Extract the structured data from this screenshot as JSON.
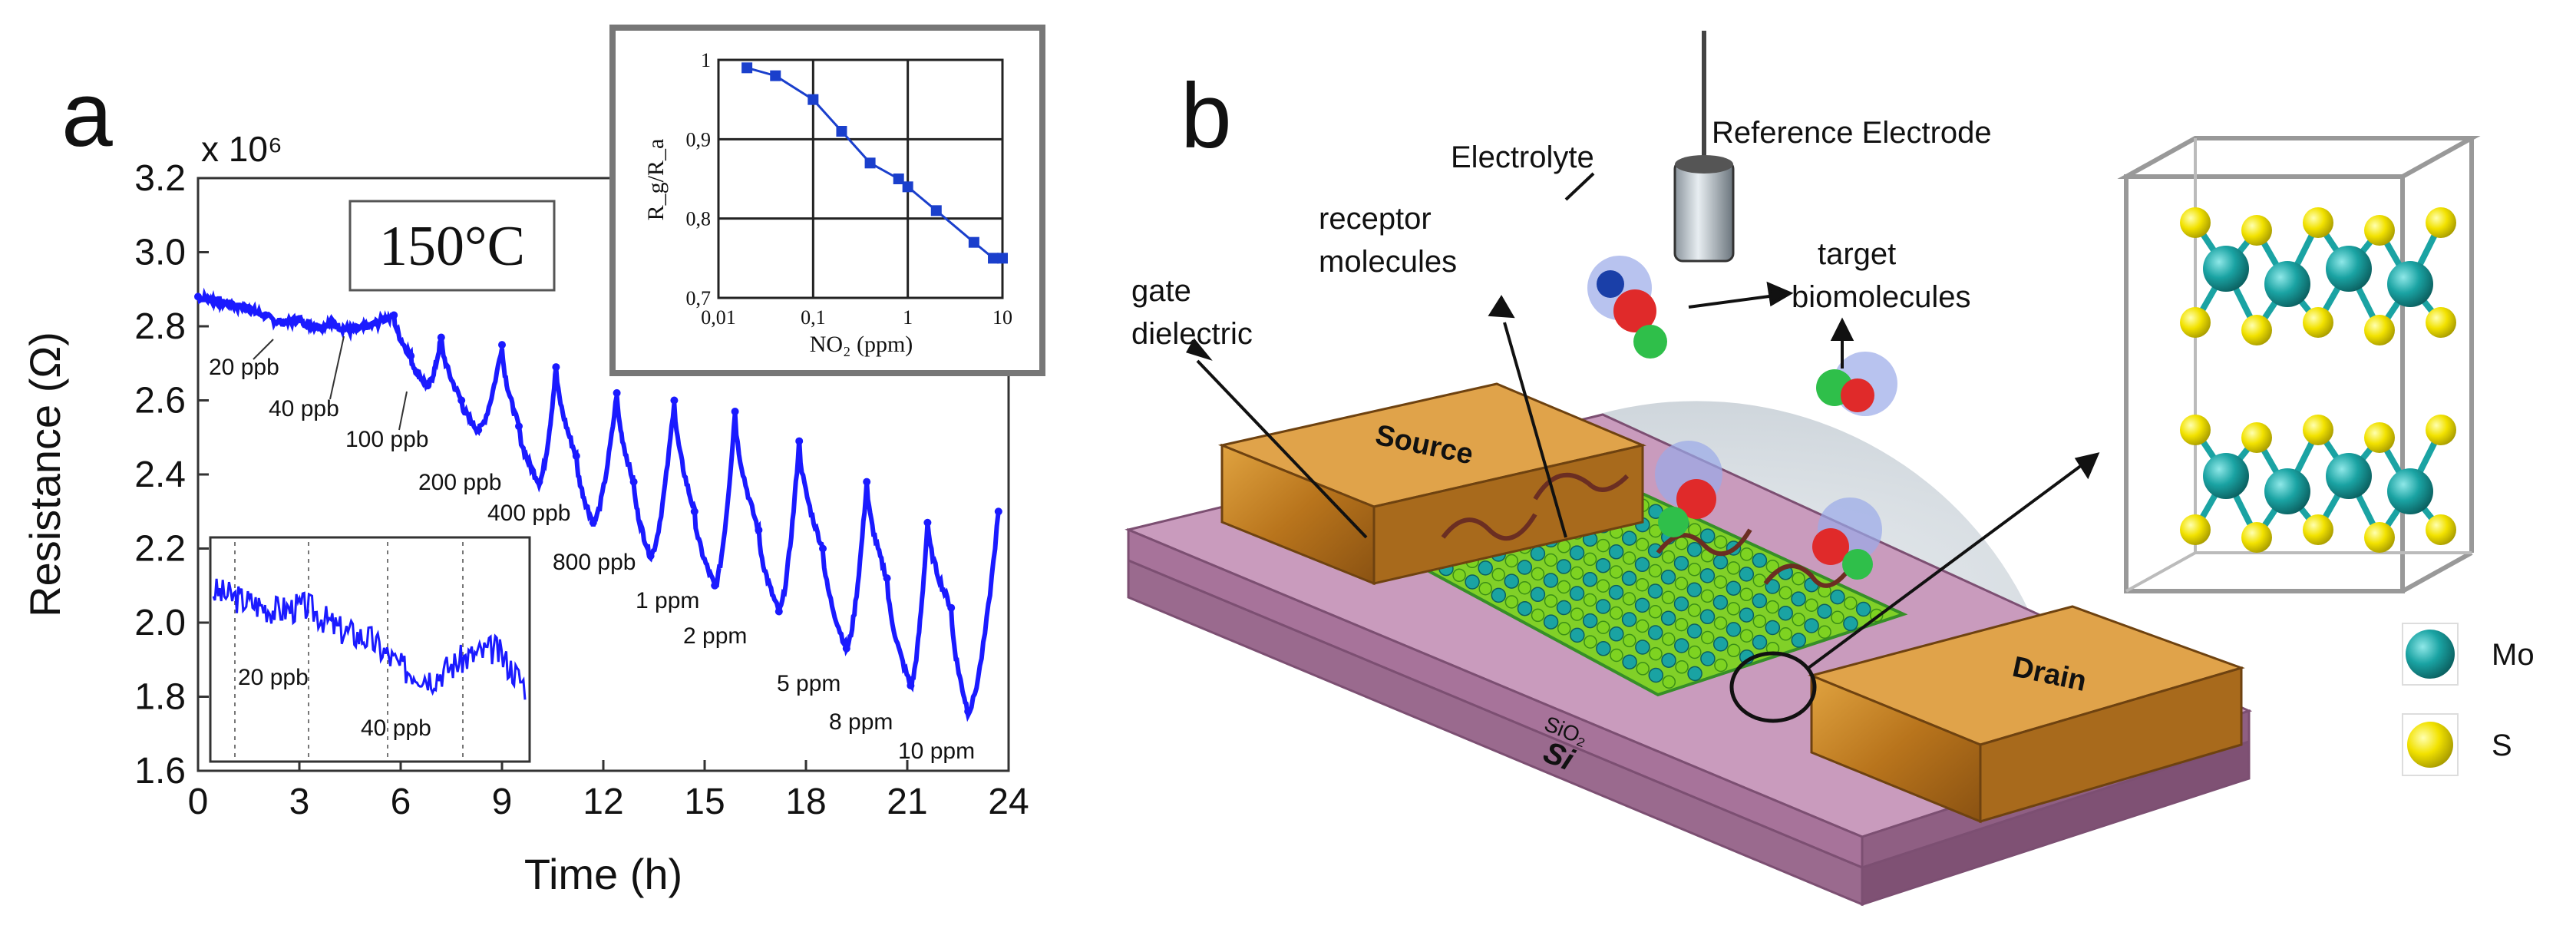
{
  "panel_a": {
    "letter": "a",
    "multiplier": "x 10⁶",
    "temperature": "150°C",
    "xlabel": "Time (h)",
    "ylabel": "Resistance (Ω)",
    "concentration_labels": [
      "20 ppb",
      "40 ppb",
      "100 ppb",
      "200 ppb",
      "400 ppb",
      "800 ppb",
      "1 ppm",
      "2 ppm",
      "5 ppm",
      "8 ppm",
      "10 ppm"
    ],
    "inset_labels": [
      "20 ppb",
      "40 ppb"
    ]
  },
  "panel_b": {
    "letter": "b",
    "labels": {
      "reference_electrode": "Reference Electrode",
      "electrolyte": "Electrolyte",
      "receptor1": "receptor",
      "receptor2": "molecules",
      "target1": "target",
      "target2": "biomolecules",
      "gate1": "gate",
      "gate2": "dielectric",
      "source": "Source",
      "drain": "Drain",
      "sio2": "SiO₂",
      "si": "Si"
    },
    "legend": {
      "mo": "Mo",
      "s": "S"
    },
    "colors": {
      "mo": "#1aa3a3",
      "s": "#f2e200",
      "substrate": "#b27aa3",
      "contact": "#c88a2a",
      "channel": "#7ed321"
    }
  },
  "chart_data": [
    {
      "type": "line",
      "x": [
        0,
        0.5,
        1,
        1.5,
        2,
        2.5,
        3,
        3.5,
        4,
        4.5,
        5,
        5.5,
        5.8,
        6.3,
        6.8,
        7.2,
        7.8,
        8.3,
        9,
        9.5,
        10.1,
        10.6,
        11.2,
        11.7,
        12.4,
        12.9,
        13.4,
        14.1,
        14.7,
        15.3,
        15.9,
        16.6,
        17.2,
        17.8,
        18.5,
        19.2,
        19.8,
        20.4,
        21.1,
        21.6,
        22.3,
        22.8,
        23.7
      ],
      "y": [
        2.88,
        2.87,
        2.86,
        2.85,
        2.83,
        2.81,
        2.82,
        2.8,
        2.81,
        2.79,
        2.8,
        2.82,
        2.83,
        2.72,
        2.64,
        2.77,
        2.6,
        2.52,
        2.75,
        2.53,
        2.38,
        2.69,
        2.45,
        2.27,
        2.62,
        2.38,
        2.18,
        2.6,
        2.3,
        2.1,
        2.57,
        2.25,
        2.03,
        2.49,
        2.2,
        1.93,
        2.38,
        2.12,
        1.83,
        2.27,
        2.04,
        1.76,
        2.3
      ],
      "xlabel": "Time (h)",
      "ylabel": "Resistance (Ω)",
      "xlim": [
        0,
        24
      ],
      "ylim": [
        1.6,
        3.2
      ],
      "x_ticks": [
        "0",
        "3",
        "6",
        "9",
        "12",
        "15",
        "18",
        "21",
        "24"
      ],
      "y_ticks": [
        "1.6",
        "1.8",
        "2.0",
        "2.2",
        "2.4",
        "2.6",
        "2.8",
        "3.0",
        "3.2"
      ],
      "grid": false
    },
    {
      "type": "scatter",
      "x": [
        0.02,
        0.04,
        0.1,
        0.2,
        0.4,
        0.8,
        1,
        2,
        5,
        8,
        10
      ],
      "y": [
        0.99,
        0.98,
        0.95,
        0.91,
        0.87,
        0.85,
        0.84,
        0.81,
        0.77,
        0.75,
        0.75
      ],
      "xlabel": "NO₂ (ppm)",
      "ylabel": "R_g/R_a",
      "xscale": "log",
      "xlim": [
        0.01,
        10
      ],
      "ylim": [
        0.7,
        1.0
      ],
      "x_ticks": [
        "0,01",
        "0,1",
        "1",
        "10"
      ],
      "y_ticks": [
        "0,7",
        "0,8",
        "0,9",
        "1"
      ],
      "grid": true
    },
    {
      "type": "line",
      "x": [
        0,
        1,
        2,
        3,
        4,
        5,
        6,
        7,
        8,
        9,
        10
      ],
      "y": [
        0.8,
        0.75,
        0.7,
        0.72,
        0.6,
        0.55,
        0.4,
        0.35,
        0.45,
        0.5,
        0.3
      ],
      "xlabel": "",
      "ylabel": "",
      "grid": false
    }
  ]
}
